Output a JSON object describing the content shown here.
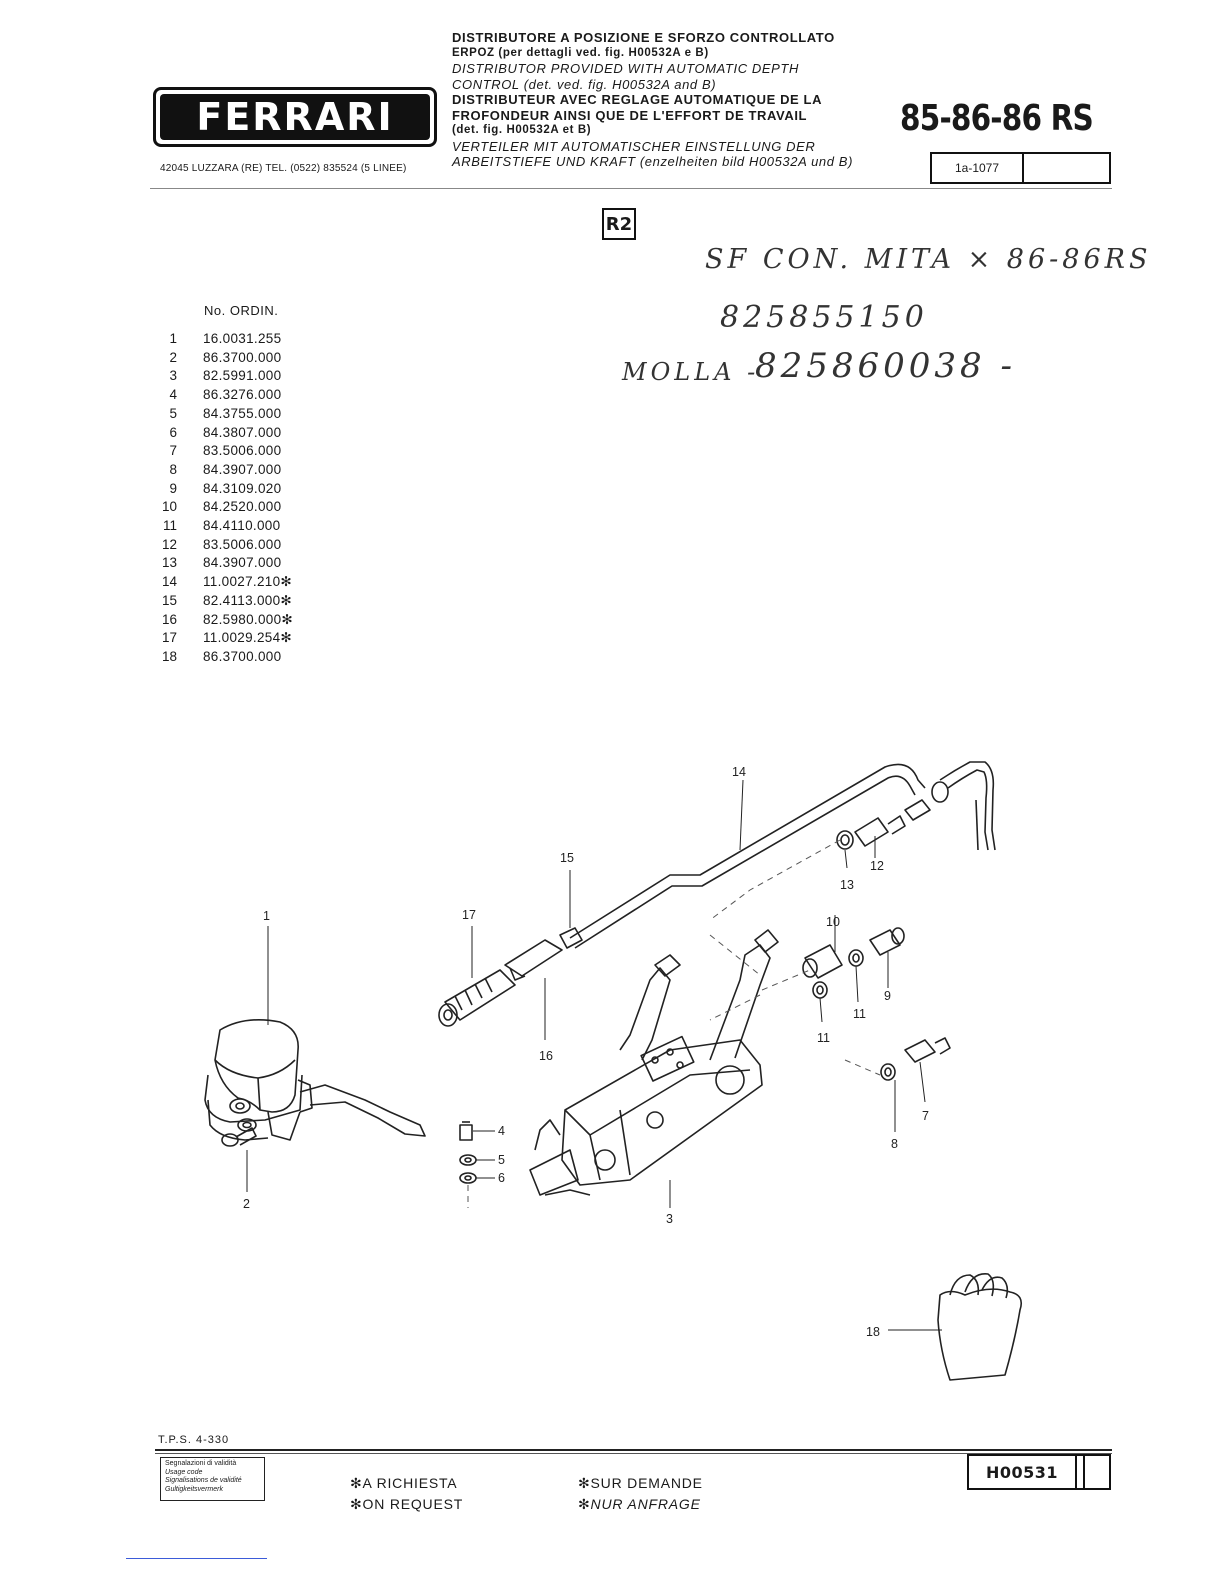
{
  "header": {
    "logo_text": "FERRARI",
    "address": "42045 LUZZARA (RE)   TEL. (0522) 835524 (5 LINEE)",
    "title_it_1": "DISTRIBUTORE A POSIZIONE E SFORZO CONTROLLATO",
    "title_it_2": "ERPOZ (per dettagli ved. fig. H00532A e B)",
    "title_en_1": "DISTRIBUTOR PROVIDED WITH AUTOMATIC DEPTH",
    "title_en_2": "CONTROL (det. ved. fig. H00532A and B)",
    "title_fr_1": "DISTRIBUTEUR AVEC REGLAGE AUTOMATIQUE DE LA",
    "title_fr_2": "FROFONDEUR AINSI QUE DE L'EFFORT DE TRAVAIL",
    "title_fr_3": "(det. fig. H00532A et B)",
    "title_de_1": "VERTEILER MIT AUTOMATISCHER EINSTELLUNG DER",
    "title_de_2": "ARBEITSTIEFE UND KRAFT (enzelheiten bild H00532A und B)",
    "models": "85-86-86 RS",
    "page_code": "1a-1077",
    "section_badge": "R2"
  },
  "handwritten": {
    "line1": "SF CON. MITA × 86-86RS",
    "line2": "825855150",
    "line3_prefix": "MOLLA -",
    "line3_code": "825860038 -"
  },
  "parts_list": {
    "header": "No. ORDIN.",
    "items": [
      {
        "n": "1",
        "code": "16.0031.255"
      },
      {
        "n": "2",
        "code": "86.3700.000"
      },
      {
        "n": "3",
        "code": "82.5991.000"
      },
      {
        "n": "4",
        "code": "86.3276.000"
      },
      {
        "n": "5",
        "code": "84.3755.000"
      },
      {
        "n": "6",
        "code": "84.3807.000"
      },
      {
        "n": "7",
        "code": "83.5006.000"
      },
      {
        "n": "8",
        "code": "84.3907.000"
      },
      {
        "n": "9",
        "code": "84.3109.020"
      },
      {
        "n": "10",
        "code": "84.2520.000"
      },
      {
        "n": "11",
        "code": "84.4110.000"
      },
      {
        "n": "12",
        "code": "83.5006.000"
      },
      {
        "n": "13",
        "code": "84.3907.000"
      },
      {
        "n": "14",
        "code": "11.0027.210✻"
      },
      {
        "n": "15",
        "code": "82.4113.000✻"
      },
      {
        "n": "16",
        "code": "82.5980.000✻"
      },
      {
        "n": "17",
        "code": "11.0029.254✻"
      },
      {
        "n": "18",
        "code": "86.3700.000"
      }
    ]
  },
  "diagram_labels": {
    "l1": "1",
    "l2": "2",
    "l3": "3",
    "l4": "4",
    "l5": "5",
    "l6": "6",
    "l7": "7",
    "l8": "8",
    "l9": "9",
    "l10": "10",
    "l11a": "11",
    "l11b": "11",
    "l12": "12",
    "l13": "13",
    "l14": "14",
    "l15": "15",
    "l16": "16",
    "l17": "17",
    "l18": "18"
  },
  "footer": {
    "tps": "T.P.S. 4-330",
    "validity": [
      "Segnalazioni di validità",
      "Usage code",
      "Signalisations de validité",
      "Gultigkeitsvermerk"
    ],
    "req_it": "✻A RICHIESTA",
    "req_en": "✻ON REQUEST",
    "req_fr": "✻SUR DEMANDE",
    "req_de": "✻NUR ANFRAGE",
    "drawing_code": "H00531"
  }
}
